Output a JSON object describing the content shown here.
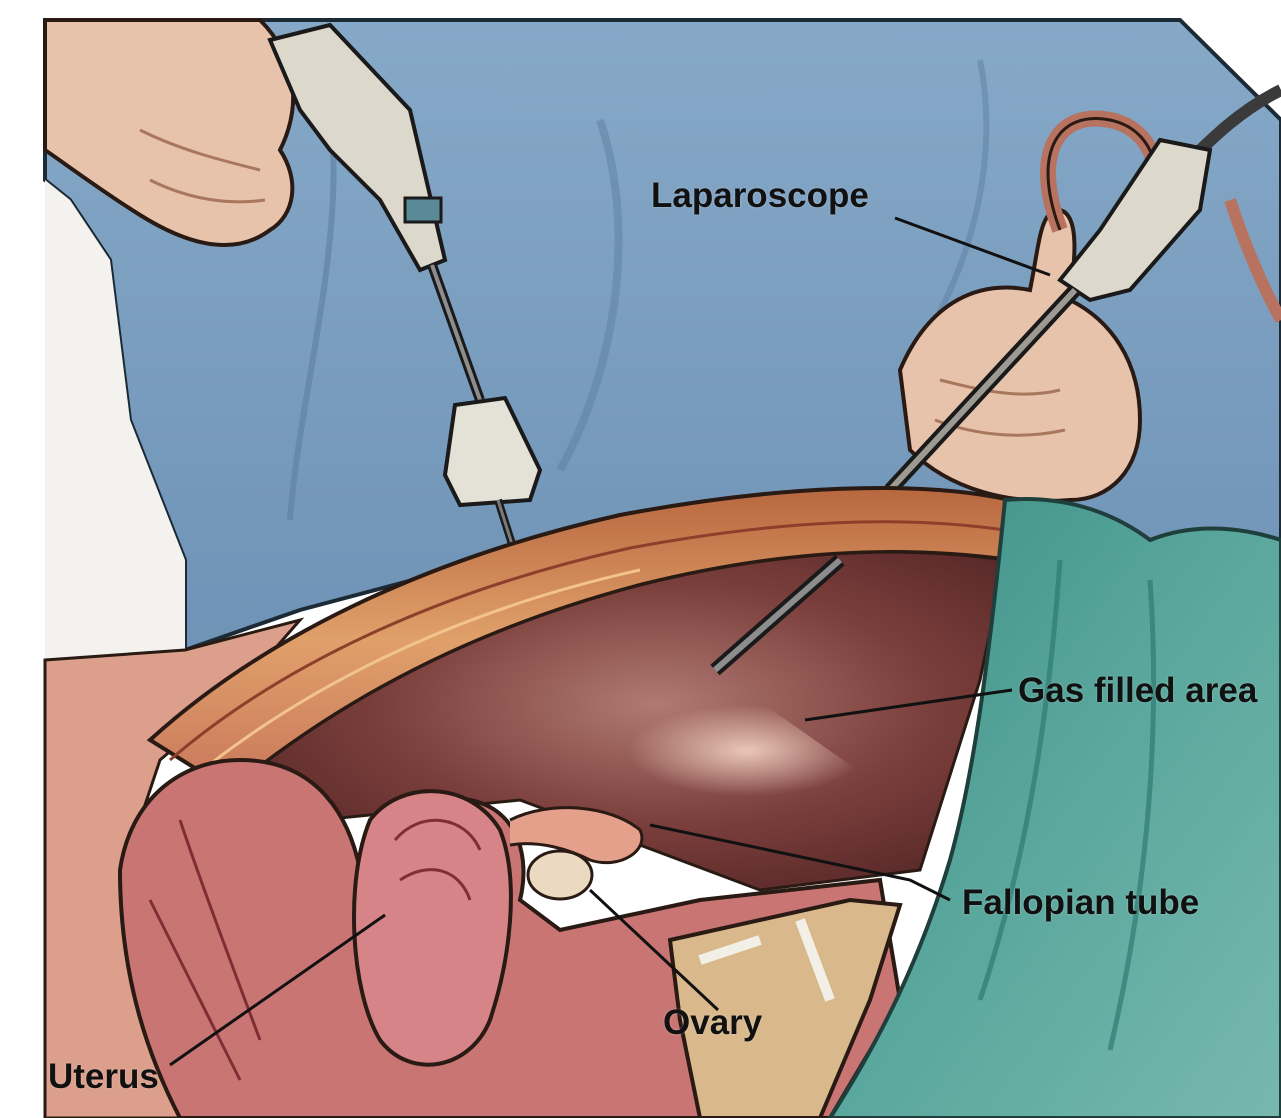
{
  "labels": {
    "laparoscope": "Laparoscope",
    "gas_filled_area": "Gas filled area",
    "fallopian_tube": "Fallopian tube",
    "ovary": "Ovary",
    "uterus": "Uterus"
  },
  "colors": {
    "scrubs_blue": "#7fa3c4",
    "drape_green": "#4f9e95",
    "skin": "#e9c6b4",
    "abdominal_wall": "#cf8a63",
    "cavity": "#6e3434",
    "organ_pink": "#c76f72",
    "bone": "#d9b98c",
    "leader_line": "#111111"
  }
}
